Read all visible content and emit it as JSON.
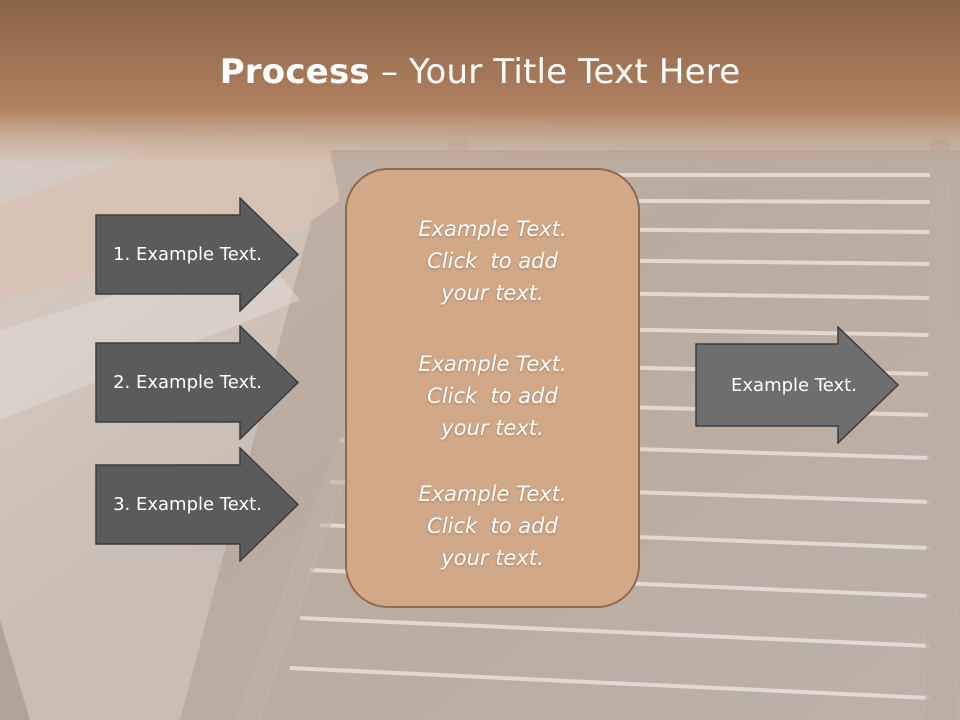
{
  "slide": {
    "title_bold": "Process",
    "title_rest": " – Your Title Text Here"
  },
  "arrows_left": [
    {
      "label": "1. Example Text."
    },
    {
      "label": "2. Example Text."
    },
    {
      "label": "3. Example Text."
    }
  ],
  "center_box": {
    "paragraphs": [
      {
        "line1": "Example Text.",
        "line2": "Click  to add",
        "line3": "your text."
      },
      {
        "line1": "Example Text.",
        "line2": "Click  to add",
        "line3": "your text."
      },
      {
        "line1": "Example Text.",
        "line2": "Click  to add",
        "line3": "your text."
      }
    ]
  },
  "arrow_right": {
    "label": "Example Text."
  },
  "colors": {
    "title_band": "#a9785a",
    "arrow_fill": "#5b5b5b",
    "box_fill": "#d2a988",
    "box_border": "#8e6a50"
  }
}
